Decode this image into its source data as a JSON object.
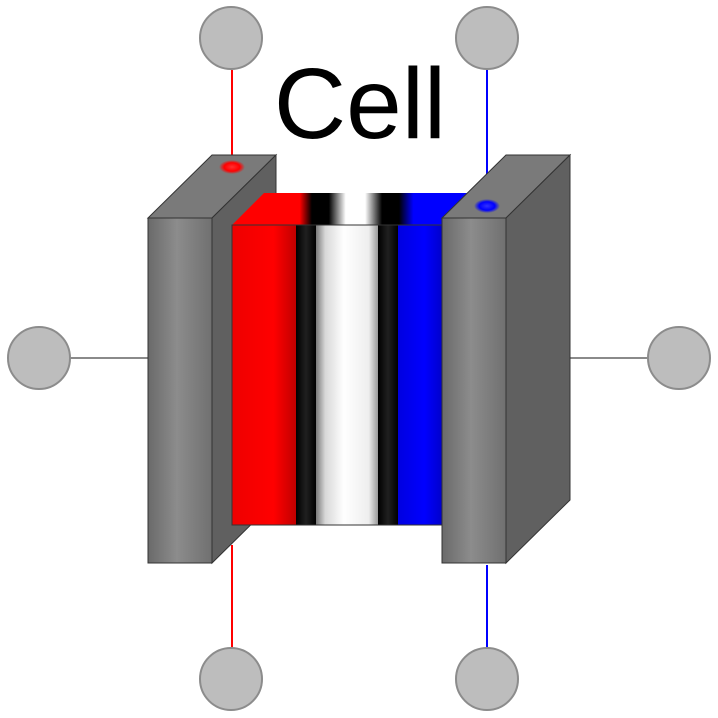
{
  "component": {
    "title": "Cell"
  },
  "colors": {
    "anode": "#ff0000",
    "cathode": "#0000ff",
    "separator": "#ffffff",
    "current_collector": "#808080",
    "port_fill": "#bdbdbd",
    "port_stroke": "#8c8c8c",
    "neutral_wire": "#8a8a8a",
    "background": "#ffffff"
  },
  "ports": [
    {
      "id": "top-left",
      "wire": "anode"
    },
    {
      "id": "top-right",
      "wire": "cathode"
    },
    {
      "id": "left",
      "wire": "neutral"
    },
    {
      "id": "right",
      "wire": "neutral"
    },
    {
      "id": "bottom-left",
      "wire": "anode"
    },
    {
      "id": "bottom-right",
      "wire": "cathode"
    }
  ],
  "layers": [
    "anode",
    "interface",
    "separator",
    "interface",
    "cathode"
  ]
}
